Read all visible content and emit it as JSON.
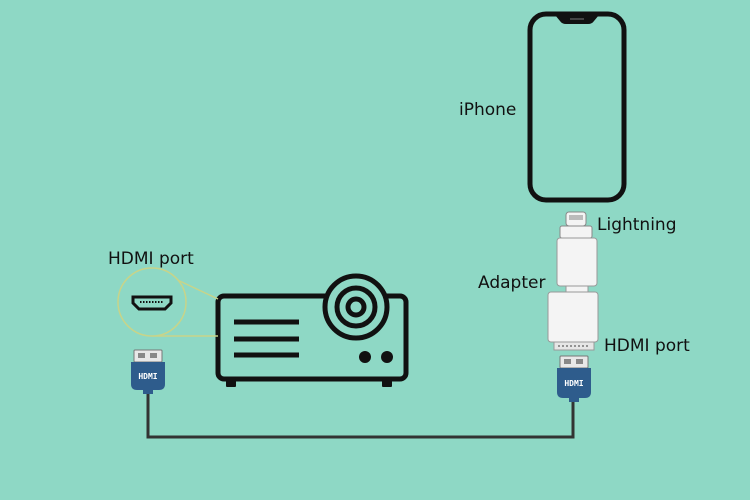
{
  "labels": {
    "iphone": "iPhone",
    "lightning": "Lightning",
    "adapter": "Adapter",
    "hdmi_port_adapter": "HDMI port",
    "hdmi_port_projector": "HDMI port"
  },
  "connectors": {
    "left_plug_text": "HDMI",
    "right_plug_text": "HDMI"
  },
  "colors": {
    "background": "#8ed8c5",
    "outline": "#111111",
    "hdmi_plug": "#2e5c8c",
    "callout_line": "#c8d489",
    "adapter_body": "#f4f4f4"
  }
}
